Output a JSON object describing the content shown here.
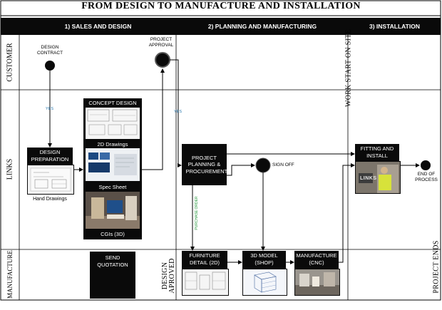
{
  "title": "FROM DESIGN TO MANUFACTURE AND INSTALLATION",
  "phases": [
    "1)  SALES AND DESIGN",
    "2) PLANNING AND MANUFACTURING",
    "3) INSTALLATION"
  ],
  "lanes": [
    "CUSTOMER",
    "LINKS",
    "MANUFACTURE"
  ],
  "nodes": {
    "design_contract": "DESIGN CONTRACT",
    "project_approval": "PROJECT APPROVAL",
    "design_preparation": "DESIGN PREPARATION",
    "hand_drawings": "Hand Drawings",
    "concept_design": "CONCEPT DESIGN",
    "drawings_2d": "2D Drawings",
    "spec_sheet": "Spec Sheet",
    "cgis_3d": "CGIs (3D)",
    "send_quotation": "SEND QUOTATION",
    "project_planning": "PROJECT PLANNING & PROCUREMENT",
    "sign_off": "SIGN OFF",
    "furniture_detail": "FURNITURE DETAIL (2D)",
    "model_3d": "3D MODEL (SHOP)",
    "manufacture_cnc": "MANUFACTURE (CNC)",
    "fitting_install": "FITTING AND INSTALL",
    "end_of_process": "END OF PROCESS"
  },
  "edge_labels": {
    "yes1": "YES",
    "yes2": "YES",
    "purchase_order": "PURCHASE ORDER"
  },
  "milestones": {
    "work_start": "WORK START ON SITE",
    "design_approved": "DESIGN APROVED",
    "project_ends": "PROJECT ENDS"
  },
  "thumb_text": {
    "links_logo": "LINKS"
  },
  "colors": {
    "black": "#0a0a0a",
    "line": "#000000",
    "yes_label": "#2a7ab0",
    "po_label": "#2a9a40"
  }
}
